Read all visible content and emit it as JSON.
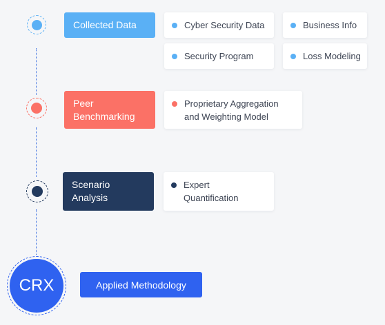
{
  "colors": {
    "collected": "#5ab0f5",
    "peer": "#fb7166",
    "scenario": "#233a5e",
    "crx": "#2f62f0"
  },
  "stages": [
    {
      "label": "Collected Data",
      "items": [
        "Cyber Security Data",
        "Business Info",
        "Security Program",
        "Loss Modeling"
      ]
    },
    {
      "label": "Peer Benchmarking",
      "items": [
        "Proprietary Aggregation and Weighting Model"
      ]
    },
    {
      "label": "Scenario Analysis",
      "items": [
        "Expert Quantification"
      ]
    }
  ],
  "crx": {
    "label": "CRX"
  },
  "applied": {
    "label": "Applied Methodology"
  }
}
